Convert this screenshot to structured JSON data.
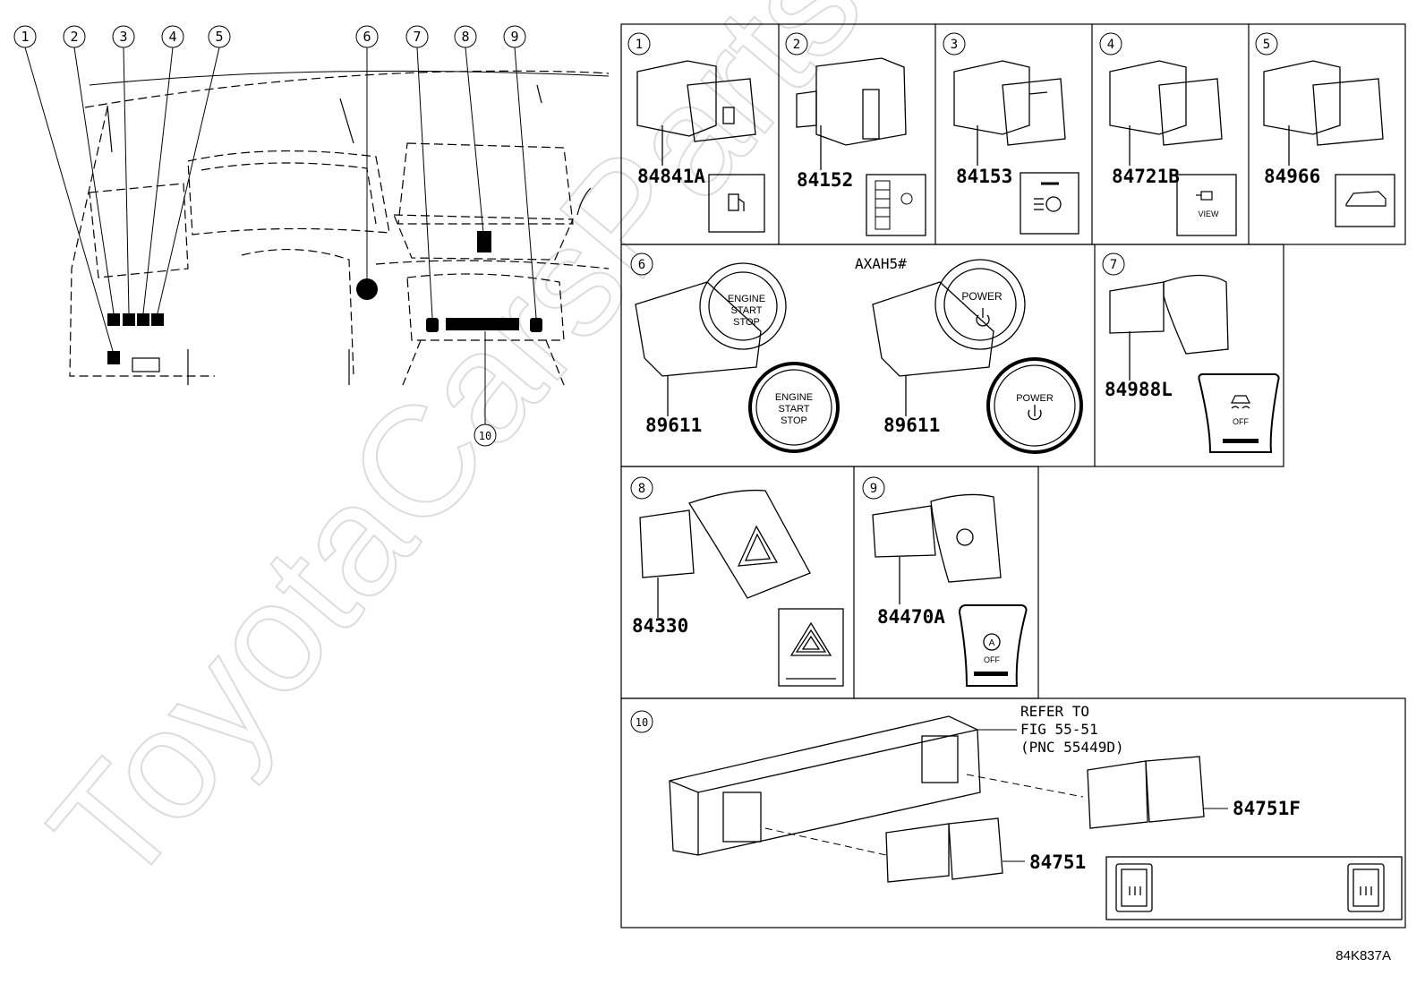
{
  "watermark": "ToyotaCarsParts.net",
  "drawing_code": "84K837A",
  "overview": {
    "callouts": [
      "1",
      "2",
      "3",
      "4",
      "5",
      "6",
      "7",
      "8",
      "9",
      "10"
    ]
  },
  "panels": [
    {
      "num": "1",
      "part": "84841A"
    },
    {
      "num": "2",
      "part": "84152"
    },
    {
      "num": "3",
      "part": "84153"
    },
    {
      "num": "4",
      "part": "84721B",
      "icon_text": "VIEW"
    },
    {
      "num": "5",
      "part": "84966"
    },
    {
      "num": "6",
      "part_a": "89611",
      "part_b": "89611",
      "variant": "AXAH5#",
      "button_a": [
        "ENGINE",
        "START",
        "STOP"
      ],
      "button_b": "POWER"
    },
    {
      "num": "7",
      "part": "84988L",
      "icon_text": "OFF"
    },
    {
      "num": "8",
      "part": "84330"
    },
    {
      "num": "9",
      "part": "84470A",
      "icon_text": "OFF"
    },
    {
      "num": "10",
      "part_a": "84751F",
      "part_b": "84751",
      "refer": [
        "REFER TO",
        "FIG 55-51",
        "(PNC 55449D)"
      ]
    }
  ]
}
